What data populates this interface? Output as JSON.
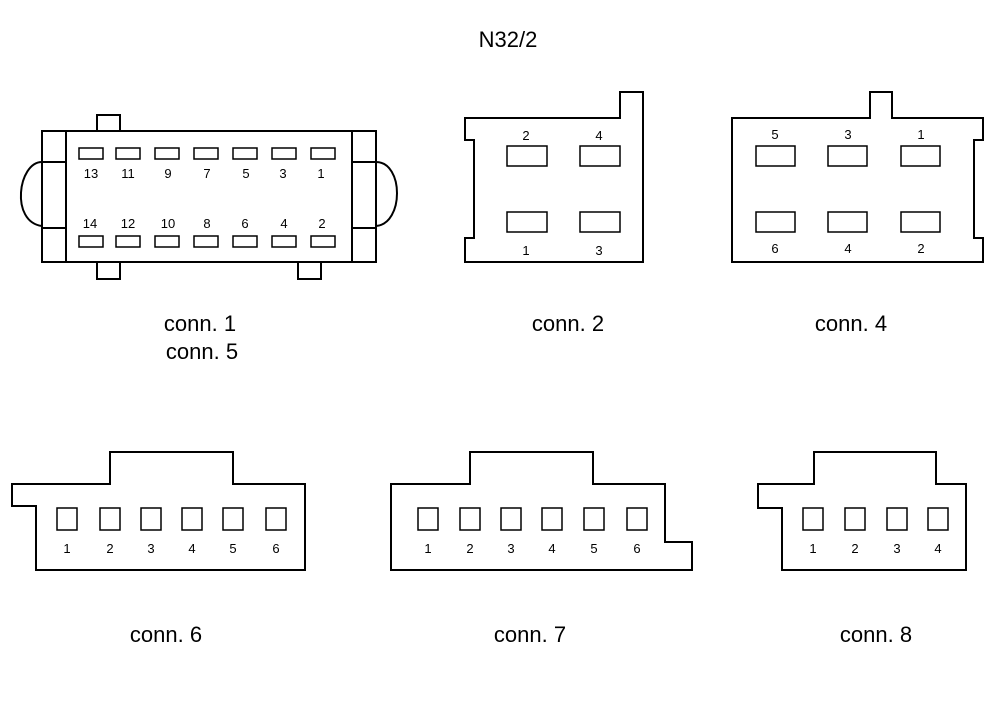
{
  "title": "N32/2",
  "connectors": {
    "conn1": {
      "captions": [
        "conn. 1",
        "conn. 5"
      ],
      "top_pins": [
        "13",
        "11",
        "9",
        "7",
        "5",
        "3",
        "1"
      ],
      "bottom_pins": [
        "14",
        "12",
        "10",
        "8",
        "6",
        "4",
        "2"
      ]
    },
    "conn2": {
      "caption": "conn. 2",
      "top_pins": [
        "2",
        "4"
      ],
      "bottom_pins": [
        "1",
        "3"
      ]
    },
    "conn4": {
      "caption": "conn. 4",
      "top_pins": [
        "5",
        "3",
        "1"
      ],
      "bottom_pins": [
        "6",
        "4",
        "2"
      ]
    },
    "conn6": {
      "caption": "conn. 6",
      "pins": [
        "1",
        "2",
        "3",
        "4",
        "5",
        "6"
      ]
    },
    "conn7": {
      "caption": "conn. 7",
      "pins": [
        "1",
        "2",
        "3",
        "4",
        "5",
        "6"
      ]
    },
    "conn8": {
      "caption": "conn. 8",
      "pins": [
        "1",
        "2",
        "3",
        "4"
      ]
    }
  }
}
